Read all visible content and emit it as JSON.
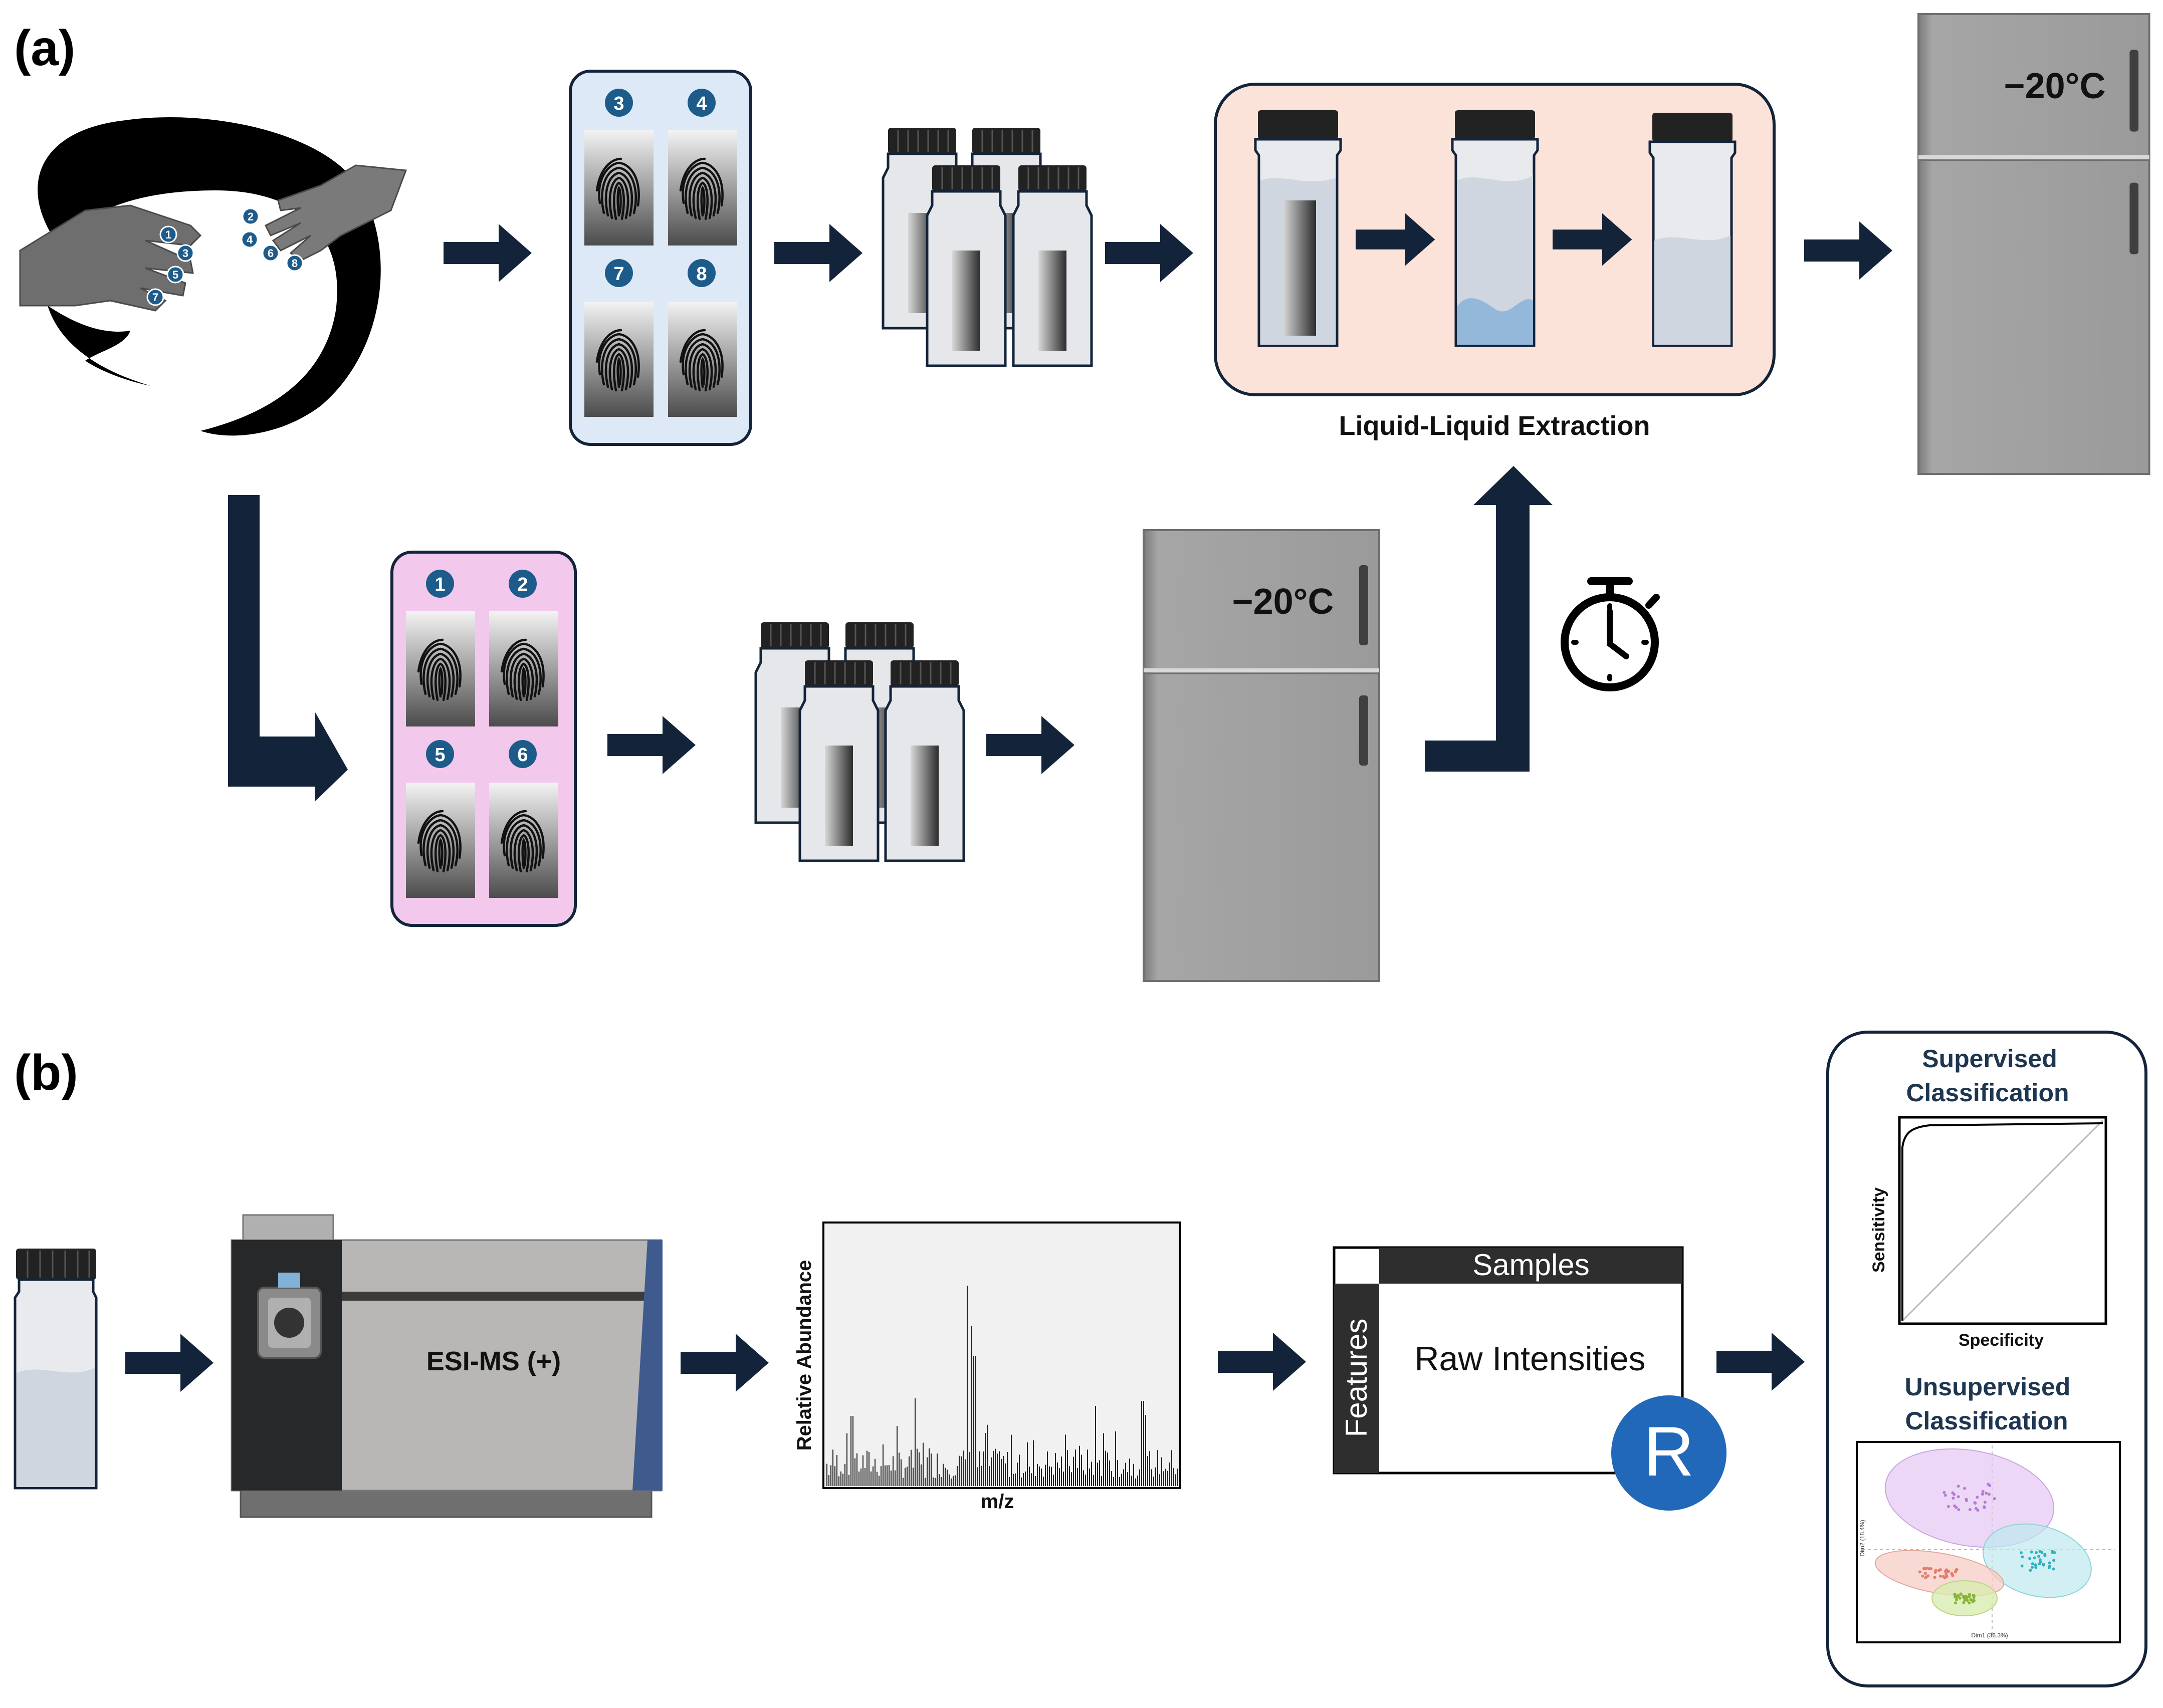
{
  "panel_a": {
    "label": "(a)",
    "slide_top_numbers": [
      "3",
      "4",
      "7",
      "8"
    ],
    "slide_bottom_numbers": [
      "1",
      "2",
      "5",
      "6"
    ],
    "hand_left_numbers": [
      "1",
      "3",
      "5",
      "7"
    ],
    "hand_right_numbers": [
      "2",
      "4",
      "6",
      "8"
    ],
    "lle_label": "Liquid-Liquid Extraction",
    "freezer_top_temp": "−20°C",
    "freezer_mid_temp": "−20°C",
    "timer_icon": "stopwatch-icon"
  },
  "panel_b": {
    "label": "(b)",
    "ms_label": "ESI-MS (+)",
    "spectrum_ylabel": "Relative Abundance",
    "spectrum_xlabel": "m/z",
    "matrix_header": "Samples",
    "matrix_side": "Features",
    "matrix_body": "Raw Intensities",
    "r_logo": "R",
    "supervised_title_1": "Supervised",
    "supervised_title_2": "Classification",
    "roc_ylabel": "Sensitivity",
    "roc_xlabel": "Specificity",
    "unsupervised_title_1": "Unsupervised",
    "unsupervised_title_2": "Classification",
    "pca_xlabel": "Dim1 (36.3%)",
    "pca_ylabel": "Dim2 (18.4%)"
  },
  "colors": {
    "arrow": "#13243a",
    "slide_blue": "#dde9f6",
    "slide_pink": "#f2c8ec",
    "lle_box": "#fbe3da",
    "badge": "#1d5c8a",
    "fridge": "#9d9d9d",
    "r_logo": "#2268b8"
  }
}
